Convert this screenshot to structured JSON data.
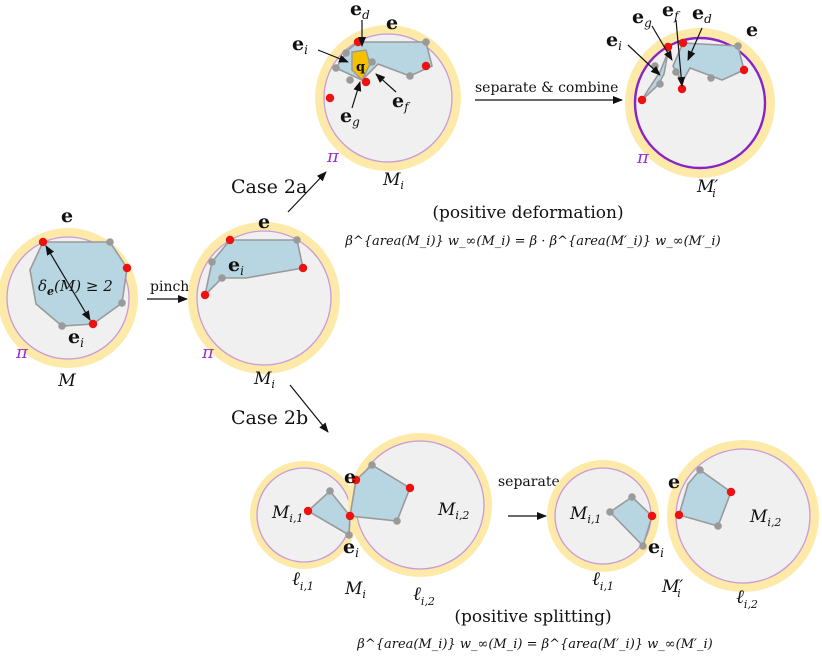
{
  "labels": {
    "case_2a": "Case 2a",
    "case_2b": "Case 2b",
    "pinch": "pinch",
    "separate_combine": "separate & combine",
    "separate": "separate",
    "positive_deformation": "(positive deformation)",
    "positive_splitting": "(positive splitting)",
    "delta": "δ",
    "delta_sub": "e",
    "delta_rest": "(M) ≥ 2",
    "pi": "π",
    "e": "e",
    "sub_i": "i",
    "sub_d": "d",
    "sub_f": "f",
    "sub_g": "g",
    "q": "q",
    "M": "M",
    "M_i": "M",
    "M_i_prime": "M′",
    "M_i1": "M",
    "M_i2": "M",
    "sub_i1": "i,1",
    "sub_i2": "i,2",
    "ell": "ℓ",
    "formula_deformation": "β^{area(M_i)} w_∞(M_i) = β · β^{area(M′_i)} w_∞(M′_i)",
    "formula_splitting": "β^{area(M_i)} w_∞(M_i) = β^{area(M′_i)} w_∞(M′_i)"
  },
  "colors": {
    "ring": "#fde9a8",
    "interior": "#f0f0f0",
    "boundary": "#c99ad8",
    "boundary_strong": "#8a22c8",
    "polygon": "#b7d6e2",
    "highlight_q": "#f5c000",
    "red_vertex": "#ee1111",
    "gray_vertex": "#9a9a9a",
    "pi_label": "#9b30d0"
  }
}
